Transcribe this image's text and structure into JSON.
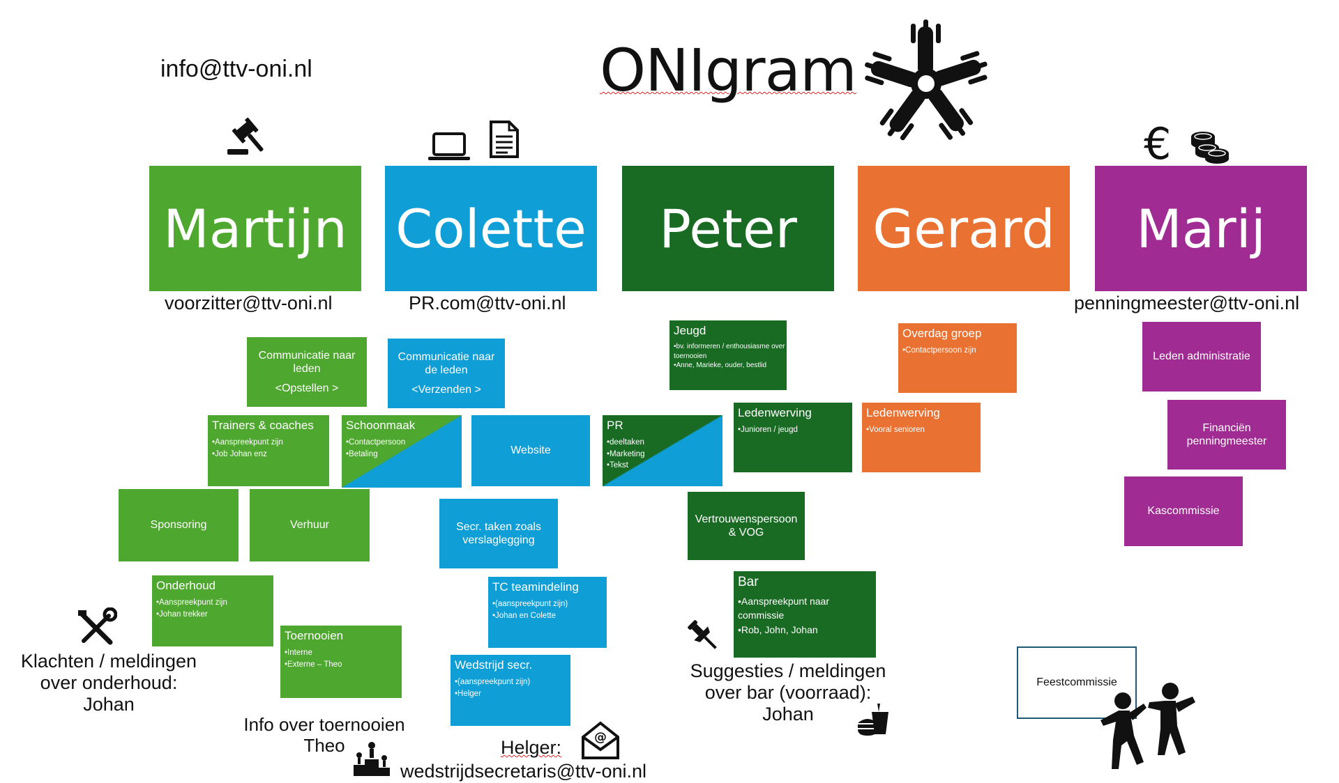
{
  "header": {
    "title": "ONIgram",
    "email": "info@ttv-oni.nl"
  },
  "persons": [
    {
      "name": "Martijn",
      "email": "voorzitter@ttv-oni.nl",
      "color": "#4ea72e"
    },
    {
      "name": "Colette",
      "email": "PR.com@ttv-oni.nl",
      "color": "#0f9ed5"
    },
    {
      "name": "Peter",
      "email": "",
      "color": "#196b24"
    },
    {
      "name": "Gerard",
      "email": "",
      "color": "#e97132"
    },
    {
      "name": "Marij",
      "email": "penningmeester@ttv-oni.nl",
      "color": "#a02b93"
    }
  ],
  "boxes": {
    "comm_opstellen": {
      "line1": "Communicatie naar leden",
      "line2": "<Opstellen >"
    },
    "comm_verzenden": {
      "line1": "Communicatie naar de leden",
      "line2": "<Verzenden >"
    },
    "trainers": {
      "title": "Trainers & coaches",
      "items": [
        "Aanspreekpunt zijn",
        "Job Johan enz"
      ]
    },
    "schoonmaak": {
      "title": "Schoonmaak",
      "items": [
        "Contactpersoon",
        "Betaling"
      ]
    },
    "website": {
      "title": "Website"
    },
    "pr": {
      "title": "PR",
      "items": [
        "deeltaken",
        "Marketing",
        "Tekst"
      ]
    },
    "sponsoring": {
      "title": "Sponsoring"
    },
    "verhuur": {
      "title": "Verhuur"
    },
    "secr": {
      "title": "Secr. taken zoals verslaglegging"
    },
    "onderhoud": {
      "title": "Onderhoud",
      "items": [
        "Aanspreekpunt zijn",
        "Johan trekker"
      ]
    },
    "toernooien": {
      "title": "Toernooien",
      "items": [
        "Interne",
        "Externe – Theo"
      ]
    },
    "tc": {
      "title": "TC teamindeling",
      "items": [
        "(aanspreekpunt zijn)",
        "Johan en Colette"
      ]
    },
    "wedstrijd": {
      "title": "Wedstrijd secr.",
      "items": [
        "(aanspreekpunt zijn)",
        "Helger"
      ]
    },
    "jeugd": {
      "title": "Jeugd",
      "items": [
        "bv. informeren / enthousiasme over toernooien",
        "Anne, Marieke, ouder, bestlid"
      ]
    },
    "ledenwerving_jeugd": {
      "title": "Ledenwerving",
      "items": [
        "Junioren / jeugd"
      ]
    },
    "vertrouwen": {
      "title": "Vertrouwenspersoon & VOG"
    },
    "bar": {
      "title": "Bar",
      "items": [
        "Aanspreekpunt naar commissie",
        "Rob, John, Johan"
      ]
    },
    "overdag": {
      "title": "Overdag groep",
      "items": [
        "Contactpersoon zijn"
      ]
    },
    "ledenwerving_senioren": {
      "title": "Ledenwerving",
      "items": [
        "Vooral senioren"
      ]
    },
    "leden_admin": {
      "title": "Leden administratie"
    },
    "financien": {
      "title": "Financiën penningmeester"
    },
    "kascommissie": {
      "title": "Kascommissie"
    },
    "feestcommissie": {
      "title": "Feestcommissie"
    }
  },
  "notes": {
    "klachten": "Klachten / meldingen over onderhoud: Johan",
    "klachten_l1": "Klachten / meldingen",
    "klachten_l2": "over onderhoud:",
    "klachten_l3": "Johan",
    "toernooi_l1": "Info over toernooien",
    "toernooi_l2": "Theo",
    "helger_l1": "Helger:",
    "helger_l2": "wedstrijdsecretaris@ttv-oni.nl",
    "bar_l1": "Suggesties / meldingen",
    "bar_l2": "over bar (voorraad):",
    "bar_l3": "Johan"
  },
  "icons": [
    "gavel-icon",
    "laptop-icon",
    "document-icon",
    "euro-icon",
    "coins-icon",
    "hands-star-logo",
    "tools-icon",
    "pushpin-icon",
    "podium-icon",
    "email-icon",
    "food-icon",
    "dancing-people-icon"
  ]
}
